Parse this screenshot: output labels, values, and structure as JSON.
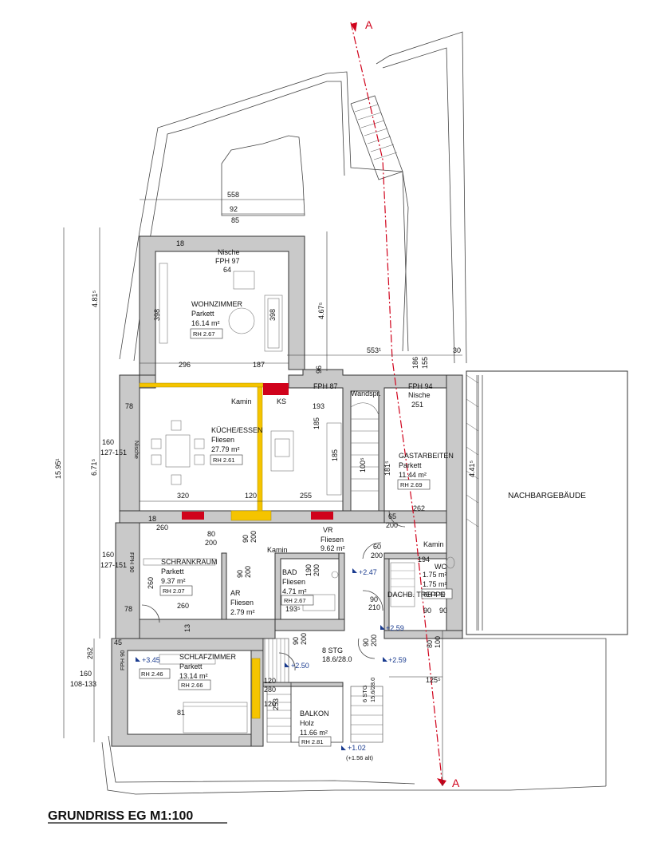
{
  "title": "GRUNDRISS EG M1:100",
  "section_marks": [
    "A",
    "A"
  ],
  "neighbor_label": "NACHBARGEBÄUDE",
  "rooms": {
    "wohnzimmer": {
      "name": "WOHNZIMMER",
      "floor": "Parkett",
      "area": "16.14 m²",
      "rh": "RH 2.67"
    },
    "kueche": {
      "name": "KÜCHE/ESSEN",
      "floor": "Fliesen",
      "area": "27.79 m²",
      "rh": "RH 2.61"
    },
    "gastarbeiten": {
      "name": "GASTARBEITEN",
      "floor": "Parkett",
      "area": "11.44 m²",
      "rh": "RH 2.69"
    },
    "vr": {
      "name": "VR",
      "floor": "Fliesen",
      "area": "9.62 m²"
    },
    "schrankraum": {
      "name": "SCHRANKRAUM",
      "floor": "Parkett",
      "area": "9.37 m²",
      "rh": "RH 2.07"
    },
    "ar": {
      "name": "AR",
      "floor": "Fliesen",
      "area": "2.79 m²"
    },
    "bad": {
      "name": "BAD",
      "floor": "Fliesen",
      "area": "4.71 m²",
      "rh": "RH 2.67"
    },
    "wc": {
      "name": "WC",
      "area1": "1.75 m²",
      "area2": "1.75 m²",
      "rh": "RH 2.70"
    },
    "schlafzimmer": {
      "name": "SCHLAFZIMMER",
      "floor": "Parkett",
      "area": "13.14 m²",
      "rh1": "RH 2.46",
      "rh2": "RH 2.66"
    },
    "balkon": {
      "name": "BALKON",
      "floor": "Holz",
      "area": "11.66 m²",
      "rh": "RH 2.81"
    }
  },
  "labels": {
    "nische_top": "Nische",
    "fph97": "FPH 97",
    "n64": "64",
    "kamin1": "Kamin",
    "ks": "KS",
    "fph87": "FPH 87",
    "wandspr": "Wandspr.",
    "fph94": "FPH 94",
    "nische_right": "Nische",
    "nische_left": "Nische",
    "kamin2": "Kamin",
    "kamin3": "Kamin",
    "dachb_treppe": "DACHB. TREPPE",
    "fph90a": "FPH 90",
    "fph90b": "FPH 90",
    "stg8": "8 STG",
    "stg8_dim": "18.6/28.0",
    "stg6": "6 STG",
    "stg6_dim": "15.6/28.0",
    "lv1": "+2.47",
    "lv2": "+2.59",
    "lv3": "+2.59",
    "lv4": "+2.50",
    "lv5": "+3.45",
    "lv6": "+1.02",
    "lv6b": "(+1.56 alt)"
  },
  "dims": {
    "d558": "558",
    "d92": "92",
    "d85": "85",
    "d18a": "18",
    "d481": "4.81⁵",
    "d1595": "15.95¹",
    "d671": "6.71⁵",
    "d398a": "398",
    "d398b": "398",
    "d467": "4.67⁵",
    "d296": "296",
    "d187": "187",
    "d96": "96",
    "d553": "553¹",
    "d30": "30",
    "d186": "186",
    "d155": "155",
    "d78a": "78",
    "d193": "193",
    "d251": "251",
    "d160a": "160",
    "d127a": "127-151",
    "d185a": "185",
    "d185b": "185",
    "d100": "100⁵",
    "d181": "181⁵",
    "d441": "4.41⁵",
    "d320": "320",
    "d120a": "120",
    "d255": "255",
    "d262a": "262",
    "d18b": "18",
    "d260a": "260",
    "d80a": "80",
    "d200a": "200",
    "d90a": "90",
    "d200b": "200",
    "d65": "65",
    "d200c": "200",
    "d60": "60",
    "d200d": "200",
    "d194": "194",
    "d160b": "160",
    "d127b": "127-151",
    "d260b": "260",
    "d90b": "90",
    "d200e": "200",
    "d190": "190",
    "d200f": "200",
    "d90c": "90",
    "d210": "210",
    "d78b": "78",
    "d260c": "260",
    "d13": "13",
    "d193b": "193⁵",
    "d90d": "90",
    "d90e": "90",
    "d262b": "262",
    "d45": "45",
    "d160c": "160",
    "d108": "108-133",
    "d90f": "90",
    "d200g": "200",
    "d80b": "80",
    "d100b": "100",
    "d90g": "90",
    "d200h": "200",
    "d120b": "120",
    "d280": "280",
    "d120c": "120",
    "d253": "253",
    "d1255": "125⁵",
    "d81": "81"
  }
}
